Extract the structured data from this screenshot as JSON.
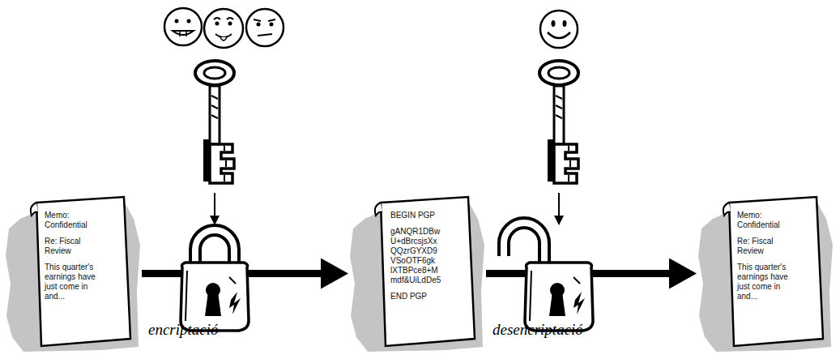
{
  "diagram": {
    "nodes": [
      {
        "text": [
          "Memo: Confidential",
          "Re: Fiscal Review",
          "This quarter's earnings have just come in and..."
        ]
      },
      {
        "text": [
          "BEGIN PGP",
          "gANQR1DBw U+dBrcsjsXx QQzrGYXD9 VSoOTF6gk lXTBPce8+M mdf&UiLdDe5",
          "END PGP"
        ]
      },
      {
        "text": [
          "Memo: Confidential",
          "Re: Fiscal Review",
          "This quarter's earnings have just come in and..."
        ]
      }
    ],
    "edges": [
      {
        "from": 0,
        "to": 1,
        "arrow": "to",
        "label": "encriptació"
      },
      {
        "from": 1,
        "to": 2,
        "arrow": "to",
        "label": "desencriptació"
      }
    ]
  }
}
